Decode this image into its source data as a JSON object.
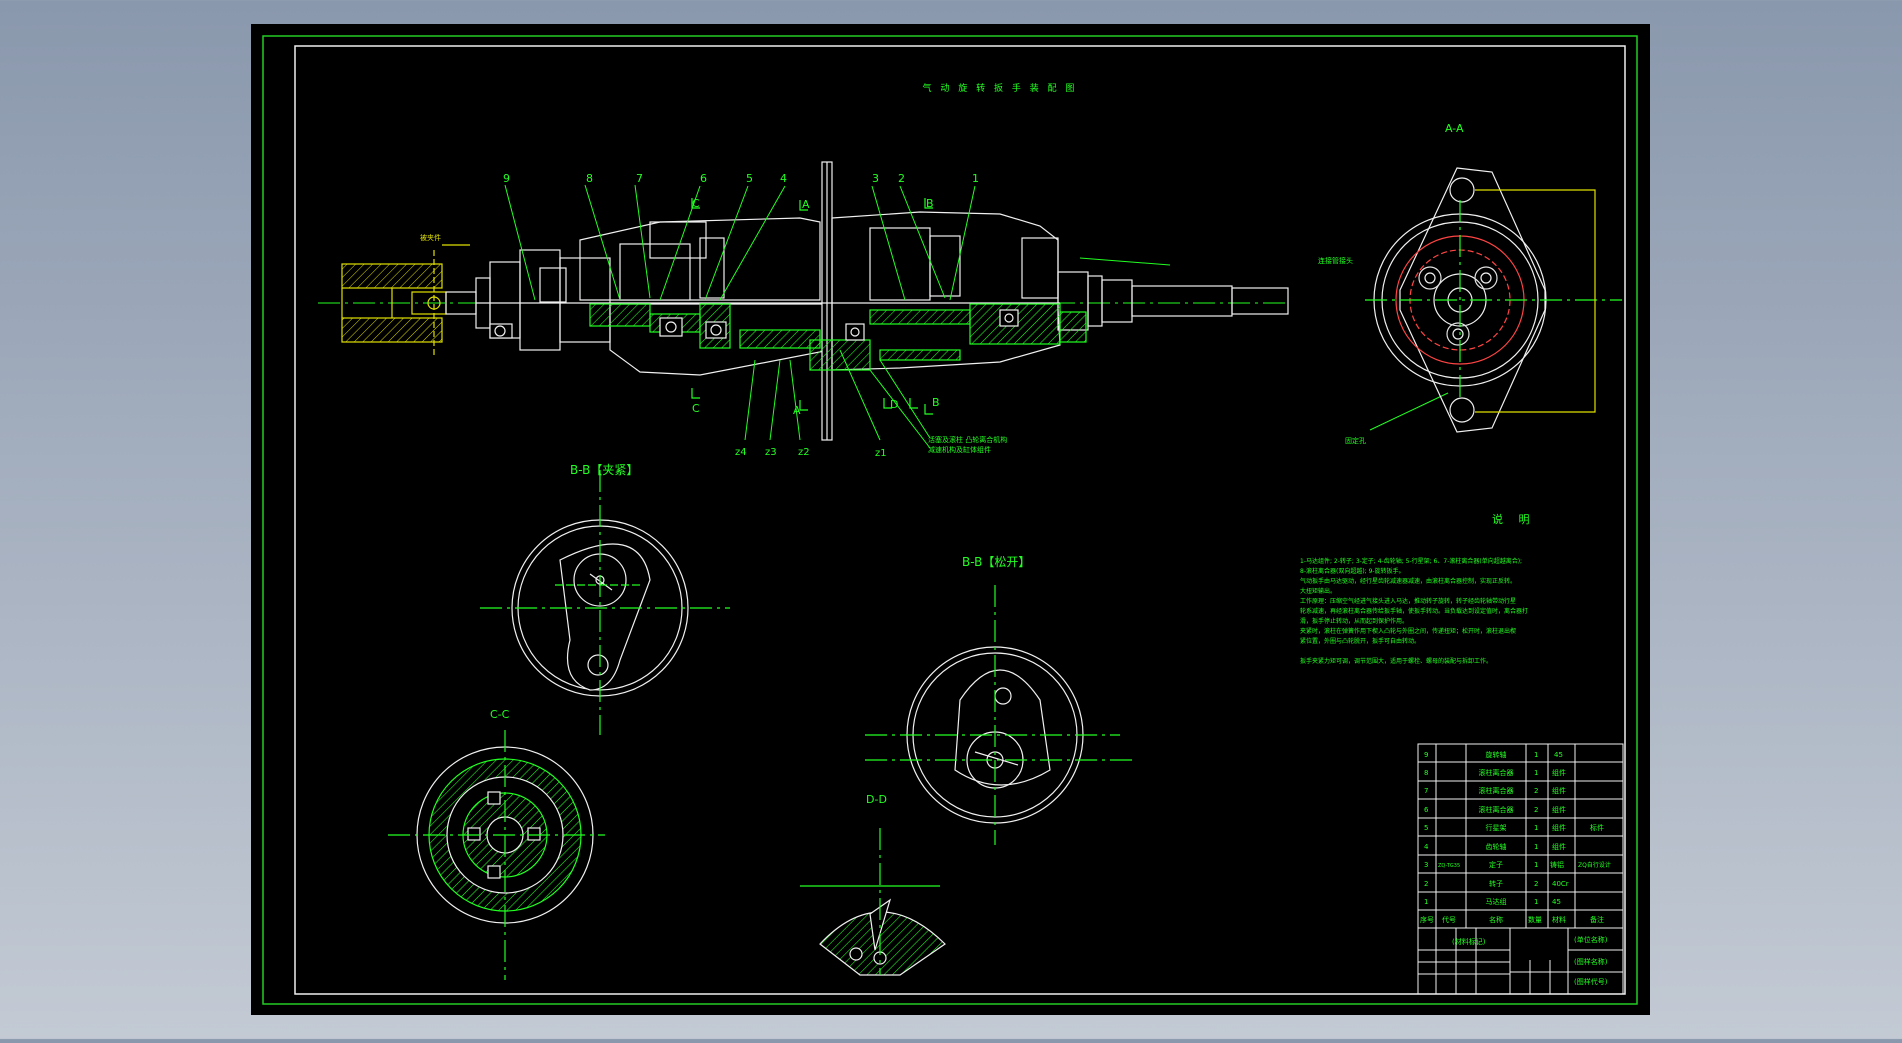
{
  "drawing": {
    "title": "气 动 旋 转 扳 手 装 配 图",
    "section_labels": {
      "aa": "A-A",
      "bb_clamp": "B-B【夹紧】",
      "bb_release": "B-B【松开】",
      "cc": "C-C",
      "dd": "D-D"
    },
    "cut_markers": [
      "A",
      "A",
      "B",
      "B",
      "C",
      "C",
      "D",
      "D"
    ],
    "part_numbers": [
      "9",
      "8",
      "7",
      "6",
      "5",
      "4",
      "3",
      "2",
      "1"
    ],
    "gear_labels": [
      "z4",
      "z3",
      "z2",
      "z1"
    ],
    "callouts": {
      "left": "被夹件",
      "right": "连接管接头",
      "bottom_1": "活塞及滚柱 凸轮离合机构",
      "bottom_2": "减速机构及缸体组件",
      "aa_note": "固定孔"
    },
    "notes_title": "说    明",
    "notes": [
      "1-马达组件; 2-转子; 3-定子; 4-齿轮轴; 5-行星架; 6、7-滚柱离合器(单向超越离合);",
      "8-滚柱离合器(双向超越); 9-旋转扳手。",
      "    气动扳手由马达驱动，经行星齿轮减速器减速，由滚柱离合器控制，实现正反转。",
      "大扭矩输出。",
      "    工作原理：压缩空气经进气接头进入马达，推动转子旋转，转子经齿轮轴带动行星",
      "轮系减速，再经滚柱离合器传给扳手轴，使扳手转动。当负载达到设定值时，离合器打",
      "滑，扳手停止转动，从而起到保护作用。",
      "    夹紧时，滚柱在弹簧作用下楔入凸轮与外圈之间，传递扭矩；松开时，滚柱退出楔",
      "紧位置，外圈与凸轮脱开，扳手可自由转动。",
      "    扳手夹紧力矩可调，调节范围大，适用于螺栓、螺母的装配与拆卸工作。"
    ],
    "bom_rows": [
      [
        "9",
        "",
        "旋转轴",
        "1",
        "45",
        ""
      ],
      [
        "8",
        "",
        "滚柱离合器",
        "1",
        "组件",
        ""
      ],
      [
        "7",
        "",
        "滚柱离合器",
        "2",
        "组件",
        ""
      ],
      [
        "6",
        "",
        "滚柱离合器",
        "2",
        "组件",
        ""
      ],
      [
        "5",
        "",
        "行星架",
        "1",
        "组件",
        "标件"
      ],
      [
        "4",
        "",
        "齿轮轴",
        "1",
        "组件",
        ""
      ],
      [
        "3",
        "ZQ-TG35",
        "定子",
        "1",
        "铸铝",
        "ZQ自行设计"
      ],
      [
        "2",
        "",
        "转子",
        "2",
        "40Cr",
        ""
      ],
      [
        "1",
        "",
        "马达组",
        "1",
        "45",
        ""
      ]
    ],
    "bom_header": [
      "序号",
      "代号",
      "名称",
      "数量",
      "材料",
      "备注"
    ],
    "title_block": {
      "drawing_name": "(材料标记)",
      "unit": "(单位名称)",
      "name": "(图样名称)",
      "code": "(图样代号)"
    }
  }
}
